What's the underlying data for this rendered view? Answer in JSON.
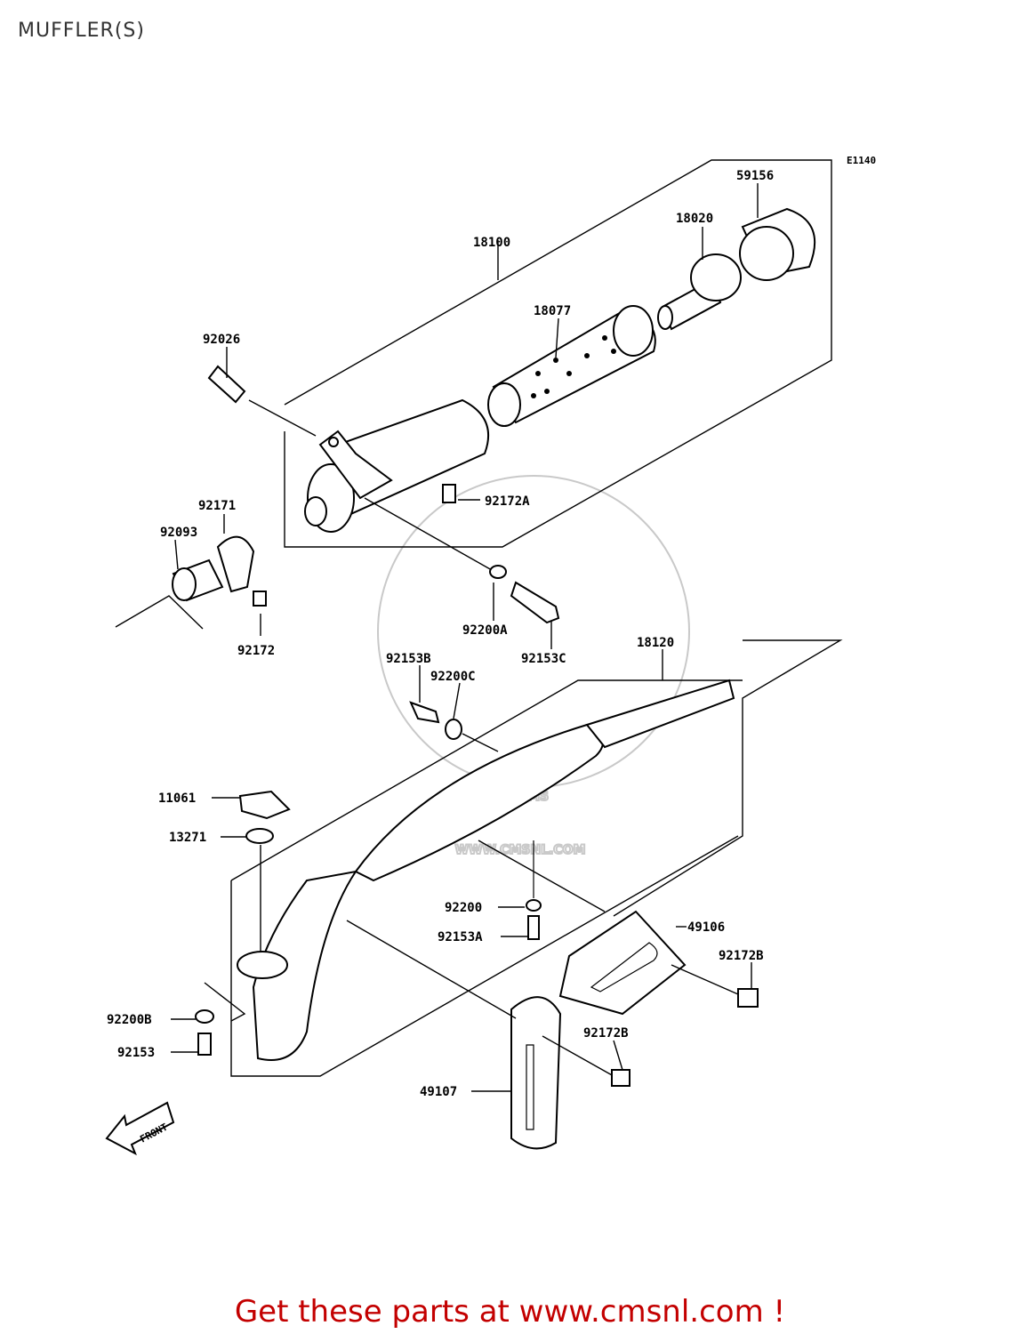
{
  "title": "MUFFLER(S)",
  "diagram_code": "E1140",
  "watermark": "WWW.CMSNL.COM",
  "watermark_logo_text": "CMS",
  "front_label": "FRONT",
  "footer": "Get these parts at www.cmsnl.com !",
  "part_numbers": {
    "p59156": "59156",
    "p18020": "18020",
    "p18100": "18100",
    "p18077": "18077",
    "p92026": "92026",
    "p92172A": "92172A",
    "p92171": "92171",
    "p92093": "92093",
    "p92172": "92172",
    "p92200A": "92200A",
    "p92153C": "92153C",
    "p18120": "18120",
    "p92153B": "92153B",
    "p92200C": "92200C",
    "p11061": "11061",
    "p13271": "13271",
    "p92200": "92200",
    "p92153A": "92153A",
    "p49106": "49106",
    "p92172B_1": "92172B",
    "p92200B": "92200B",
    "p92153": "92153",
    "p92172B_2": "92172B",
    "p49107": "49107"
  }
}
